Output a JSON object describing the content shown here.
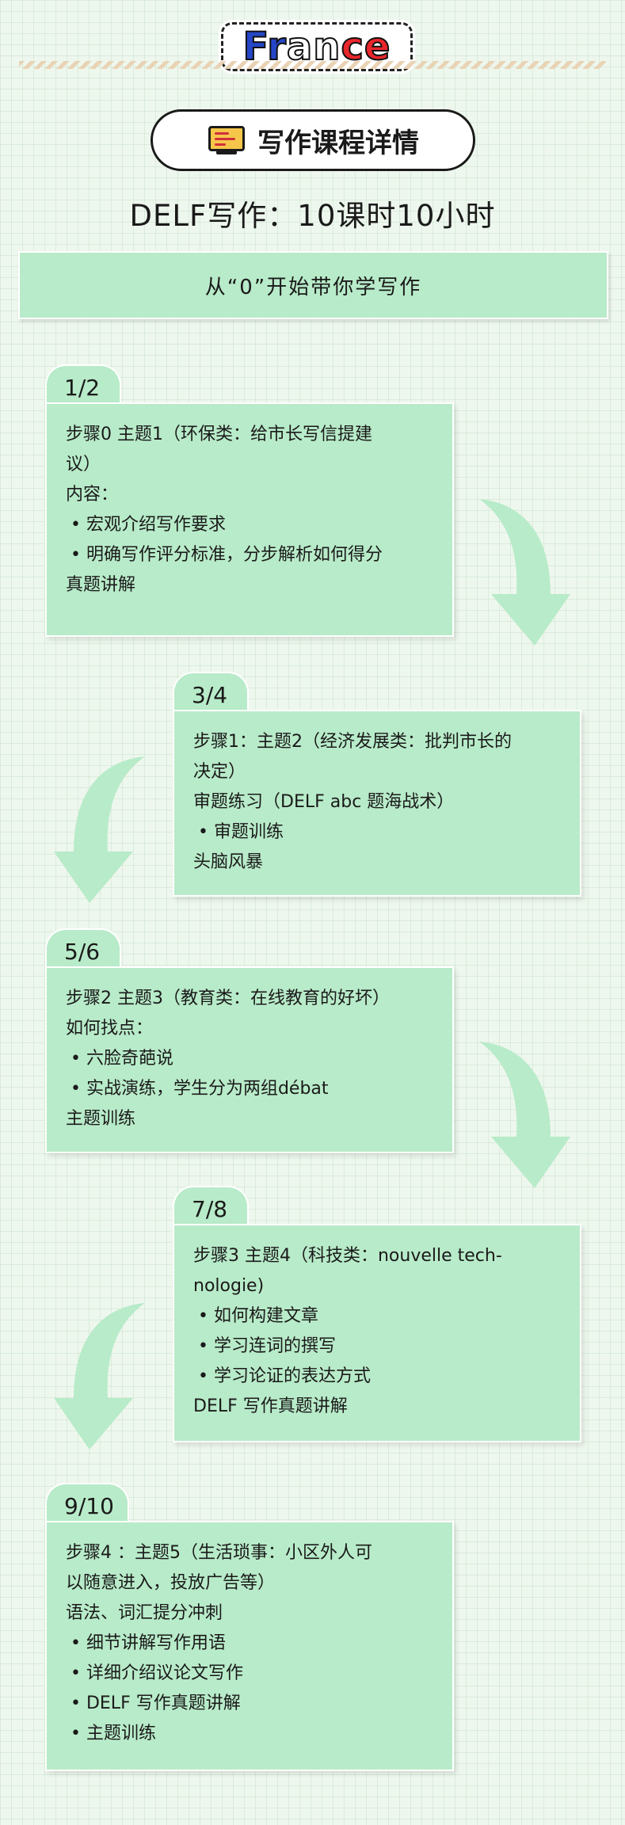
{
  "logo": {
    "part1": "Fr",
    "part2": "an",
    "part3": "ce"
  },
  "header": {
    "title": "写作课程详情",
    "subtitle": "DELF写作：10课时10小时"
  },
  "banner": {
    "text": "从“0”开始带你学写作"
  },
  "steps": [
    {
      "tab": "1/2",
      "lines": [
        "步骤0 主题1（环保类：给市长写信提建",
        "议）",
        "内容：",
        "• 宏观介绍写作要求",
        "• 明确写作评分标准，分步解析如何得分",
        "真题讲解"
      ]
    },
    {
      "tab": "3/4",
      "lines": [
        "步骤1：主题2（经济发展类：批判市长的",
        "决定）",
        "审题练习（DELF abc 题海战术）",
        "• 审题训练",
        "头脑风暴"
      ]
    },
    {
      "tab": "5/6",
      "lines": [
        "步骤2 主题3（教育类：在线教育的好坏）",
        "如何找点：",
        "• 六脸奇葩说",
        "• 实战演练，学生分为两组débat",
        "主题训练"
      ]
    },
    {
      "tab": "7/8",
      "lines": [
        "步骤3 主题4（科技类：nouvelle tech-",
        "nologie)",
        "• 如何构建文章",
        "• 学习连词的撰写",
        "• 学习论证的表达方式",
        "DELF 写作真题讲解"
      ]
    },
    {
      "tab": "9/10",
      "lines": [
        "步骤4 ：主题5（生活琐事：小区外人可",
        "以随意进入，投放广告等）",
        "语法、词汇提分冲刺",
        "• 细节讲解写作用语",
        "• 详细介绍议论文写作",
        "• DELF 写作真题讲解",
        "• 主题训练"
      ]
    }
  ],
  "colors": {
    "card": "#b8ebc9",
    "background": "#eef7ee"
  }
}
